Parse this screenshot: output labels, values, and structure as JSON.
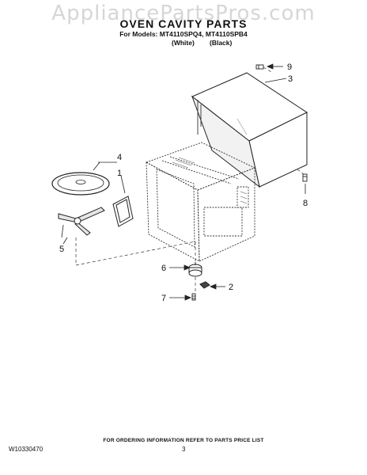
{
  "watermark": "AppliancePartsPros.com",
  "header": {
    "title": "OVEN CAVITY PARTS",
    "models": "For Models: MT4110SPQ4, MT4110SPB4",
    "variant_white": "(White)",
    "variant_black": "(Black)"
  },
  "callouts": {
    "c1": "1",
    "c2": "2",
    "c3": "3",
    "c4": "4",
    "c5": "5",
    "c6": "6",
    "c7": "7",
    "c8": "8",
    "c9": "9"
  },
  "footer": {
    "order_note": "FOR ORDERING INFORMATION REFER TO PARTS PRICE LIST",
    "doc_number": "W10330470",
    "page_number": "3"
  }
}
